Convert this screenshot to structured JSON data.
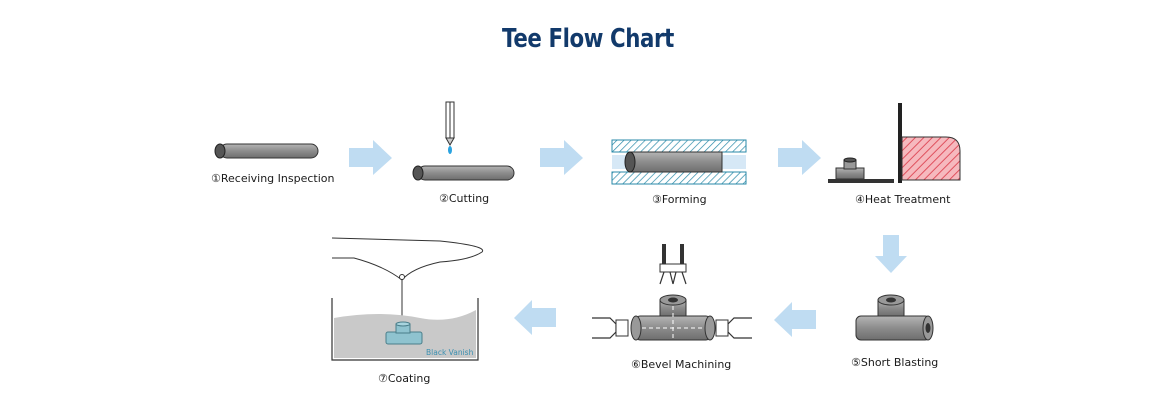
{
  "title": "Tee Flow Chart",
  "steps": [
    {
      "label": "①Receiving Inspection"
    },
    {
      "label": "②Cutting"
    },
    {
      "label": "③Forming"
    },
    {
      "label": "④Heat Treatment"
    },
    {
      "label": "⑤Short Blasting"
    },
    {
      "label": "⑥Bevel Machining"
    },
    {
      "label": "⑦Coating"
    }
  ],
  "coating_tank_label": "Black Vanish",
  "colors": {
    "title": "#123a6b",
    "arrow": "#bfdcf2",
    "pipe": "#8a8a8a",
    "die": "#2a8aa8",
    "heat": "#f3a0a8"
  }
}
